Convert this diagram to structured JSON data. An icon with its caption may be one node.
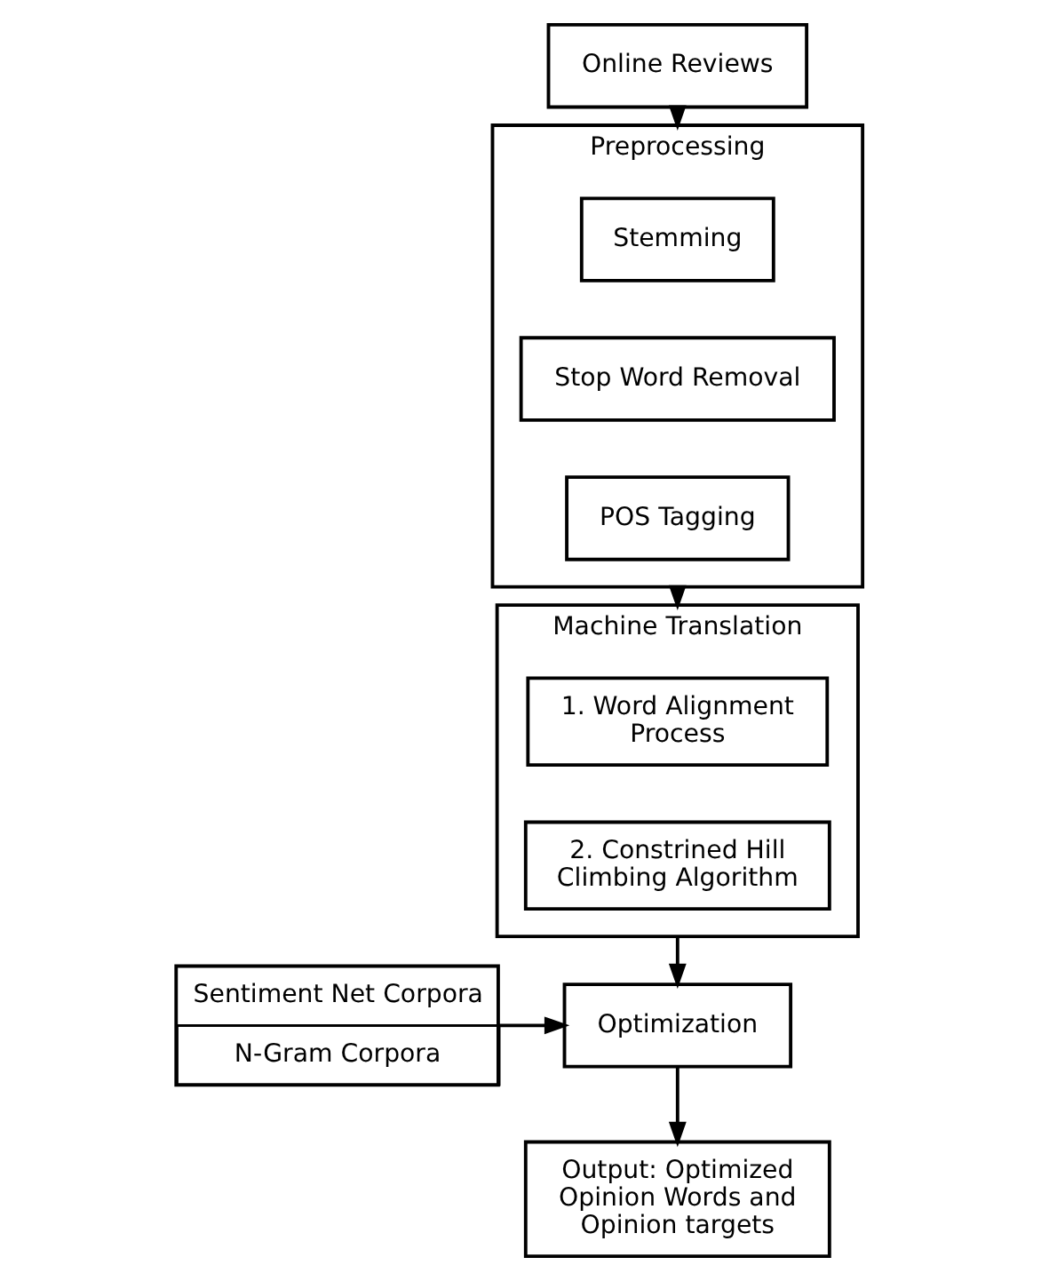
{
  "diagram": {
    "nodes": [
      {
        "text": [
          "Online Reviews"
        ]
      },
      {
        "text": [
          "Preprocessing"
        ]
      },
      {
        "text": [
          "Stemming"
        ],
        "in": 1
      },
      {
        "text": [
          "Stop Word Removal"
        ],
        "in": 1
      },
      {
        "text": [
          "POS Tagging"
        ],
        "in": 1
      },
      {
        "text": [
          "Machine Translation"
        ]
      },
      {
        "text": [
          "1. Word Alignment Process"
        ],
        "in": 5
      },
      {
        "text": [
          "2. Constrined Hill Climbing Algorithm"
        ],
        "in": 5
      },
      {
        "text": [
          "Optimization"
        ]
      },
      {
        "text": [
          "Sentiment Net Corpora",
          "N-Gram Corpora"
        ]
      },
      {
        "text": [
          "Output: Optimized Opinion Words and Opinion targets"
        ]
      }
    ],
    "edges": [
      {
        "from": 0,
        "to": 1,
        "arrow": "to"
      },
      {
        "from": 1,
        "to": 5,
        "arrow": "to"
      },
      {
        "from": 5,
        "to": 8,
        "arrow": "to"
      },
      {
        "from": 9,
        "to": 8,
        "arrow": "to"
      },
      {
        "from": 8,
        "to": 10,
        "arrow": "to"
      }
    ]
  }
}
